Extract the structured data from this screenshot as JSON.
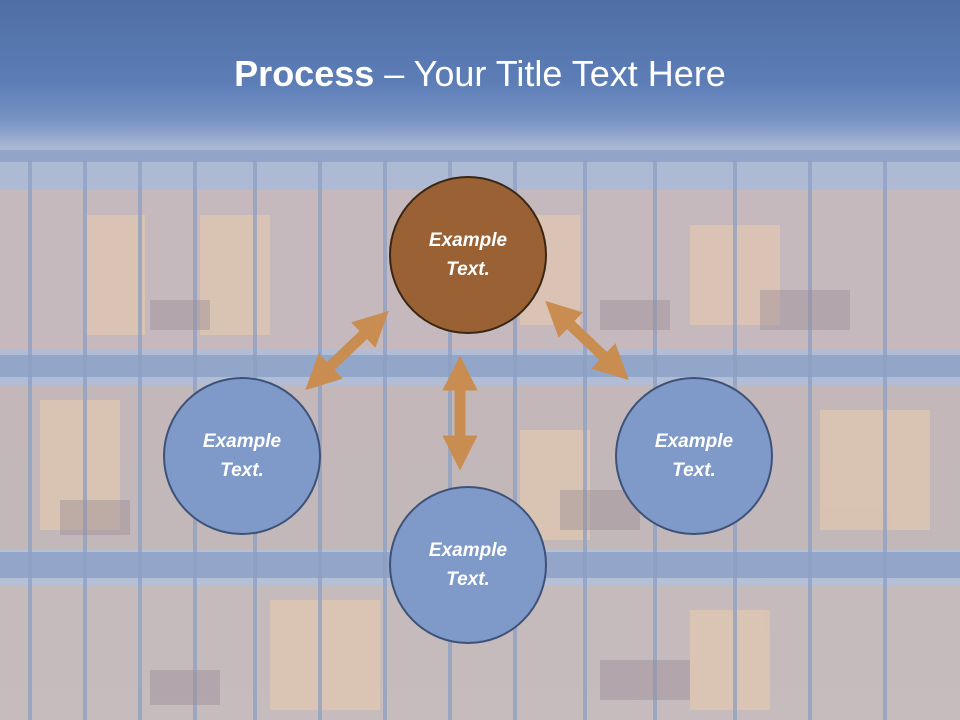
{
  "title": {
    "bold": "Process",
    "rest": " – Your Title Text Here"
  },
  "nodes": {
    "top": "Example Text.",
    "left": "Example Text.",
    "right": "Example Text.",
    "bottom": "Example Text."
  },
  "colors": {
    "title_band": "#5676b0",
    "node_blue": "#7f9ac9",
    "node_blue_border": "#3e5278",
    "node_brown": "#9a6234",
    "node_brown_border": "#3a2614",
    "arrow": "#c98d52"
  }
}
